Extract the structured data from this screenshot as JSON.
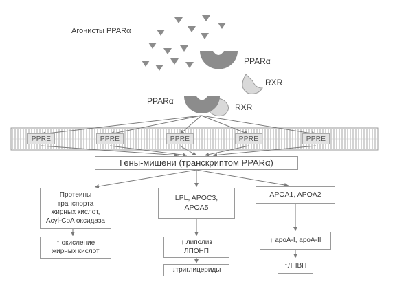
{
  "labels": {
    "agonists": "Агонисты PPARα",
    "ppar_free": "PPARα",
    "rxr_free": "RXR",
    "ppar_bound": "PPARα",
    "rxr_bound": "RXR"
  },
  "ppre_label": "PPRE",
  "ppre_count": 5,
  "target_genes": "Гены-мишени (транскриптом PPARα)",
  "branches": {
    "left": {
      "box1": [
        "Протеины",
        "транспорта",
        "жирных кислот,",
        "Acyl-CoA оксидаза"
      ],
      "box2": [
        "↑ окисление",
        "жирных кислот"
      ]
    },
    "middle": {
      "box1": [
        "LPL, APOC3,",
        "APOA5"
      ],
      "box2": [
        "↑ липолиз",
        "ЛПОНП"
      ],
      "box3": [
        "↓триглицериды"
      ]
    },
    "right": {
      "box1": [
        "APOA1, APOA2"
      ],
      "box2": [
        "↑ apoA-I, apoA-II"
      ],
      "box3": [
        "↑ЛПВП"
      ]
    }
  },
  "colors": {
    "shape_gray": "#8c8c8c",
    "light_gray": "#d9d9d9",
    "line": "#7a7a7a",
    "membrane": "#b5b5b5"
  }
}
